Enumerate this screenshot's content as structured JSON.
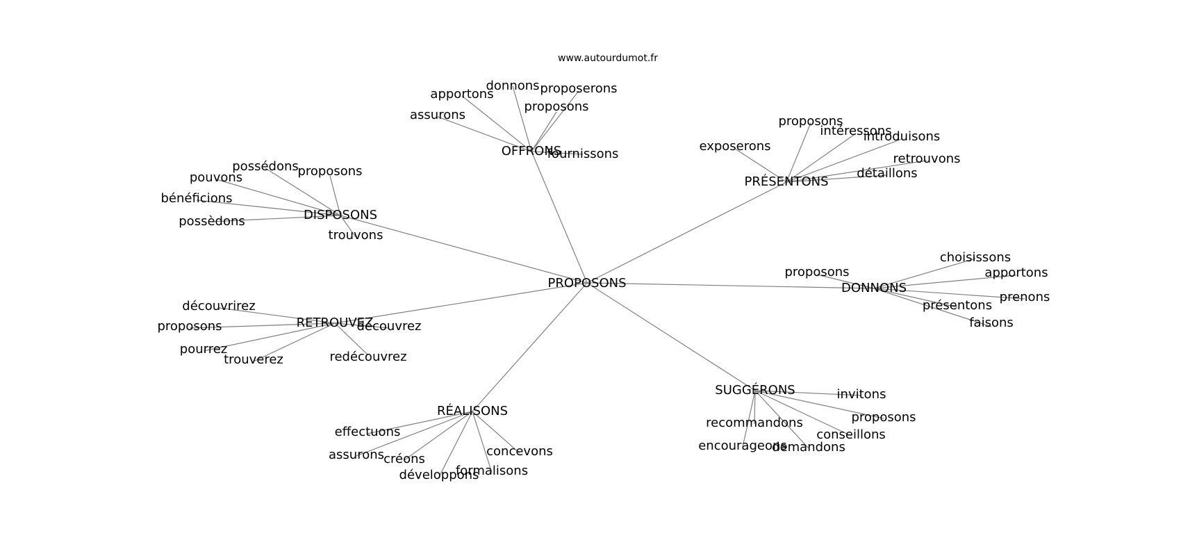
{
  "watermark": "www.autourdumot.fr",
  "graph": {
    "center": "PROPOSONS",
    "clusters": [
      {
        "hub": "OFFRONS",
        "leaves": [
          "donnons",
          "proposerons",
          "apportons",
          "proposons",
          "assurons",
          "fournissons"
        ]
      },
      {
        "hub": "PRÉSENTONS",
        "leaves": [
          "proposons",
          "intéressons",
          "introduisons",
          "exposerons",
          "retrouvons",
          "détaillons"
        ]
      },
      {
        "hub": "DISPOSONS",
        "leaves": [
          "possédons",
          "proposons",
          "pouvons",
          "bénéficions",
          "possèdons",
          "trouvons"
        ]
      },
      {
        "hub": "DONNONS",
        "leaves": [
          "choisissons",
          "proposons",
          "apportons",
          "prenons",
          "présentons",
          "faisons"
        ]
      },
      {
        "hub": "RETROUVEZ",
        "leaves": [
          "découvrirez",
          "proposons",
          "découvrez",
          "pourrez",
          "trouverez",
          "redécouvrez"
        ]
      },
      {
        "hub": "SUGGÉRONS",
        "leaves": [
          "invitons",
          "proposons",
          "recommandons",
          "conseillons",
          "encourageons",
          "demandons"
        ]
      },
      {
        "hub": "RÉALISONS",
        "leaves": [
          "effectuons",
          "concevons",
          "assurons",
          "créons",
          "formalisons",
          "développons"
        ]
      }
    ]
  }
}
